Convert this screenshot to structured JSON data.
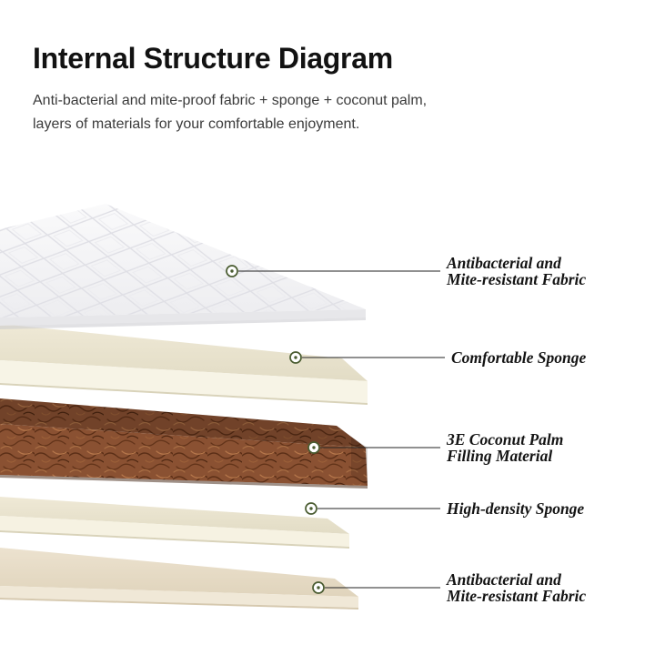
{
  "header": {
    "title": "Internal Structure Diagram",
    "subtitle_line1": "Anti-bacterial and mite-proof fabric + sponge + coconut palm,",
    "subtitle_line2": "layers of materials for your comfortable enjoyment."
  },
  "diagram": {
    "layers": [
      {
        "name": "fabric-top",
        "lines": [
          "Antibacterial and",
          "Mite-resistant Fabric"
        ]
      },
      {
        "name": "comfortable-sponge",
        "lines": [
          "Comfortable Sponge"
        ]
      },
      {
        "name": "coconut-palm-filling",
        "lines": [
          "3E Coconut Palm",
          "Filling Material"
        ]
      },
      {
        "name": "high-density-sponge",
        "lines": [
          "High-density Sponge"
        ]
      },
      {
        "name": "fabric-bottom",
        "lines": [
          "Antibacterial and",
          "Mite-resistant Fabric"
        ]
      }
    ],
    "colors": {
      "background": "#ffffff",
      "title_text": "#121212",
      "body_text": "#3b3b3b",
      "label_text": "#141414",
      "leader_line": "#222222",
      "marker_ring": "#4a5c31",
      "fabric_top": "#f6f6f8",
      "sponge": "#efe9d6",
      "coconut_palm": "#8a5132",
      "fabric_bottom": "#e9dfca"
    }
  }
}
